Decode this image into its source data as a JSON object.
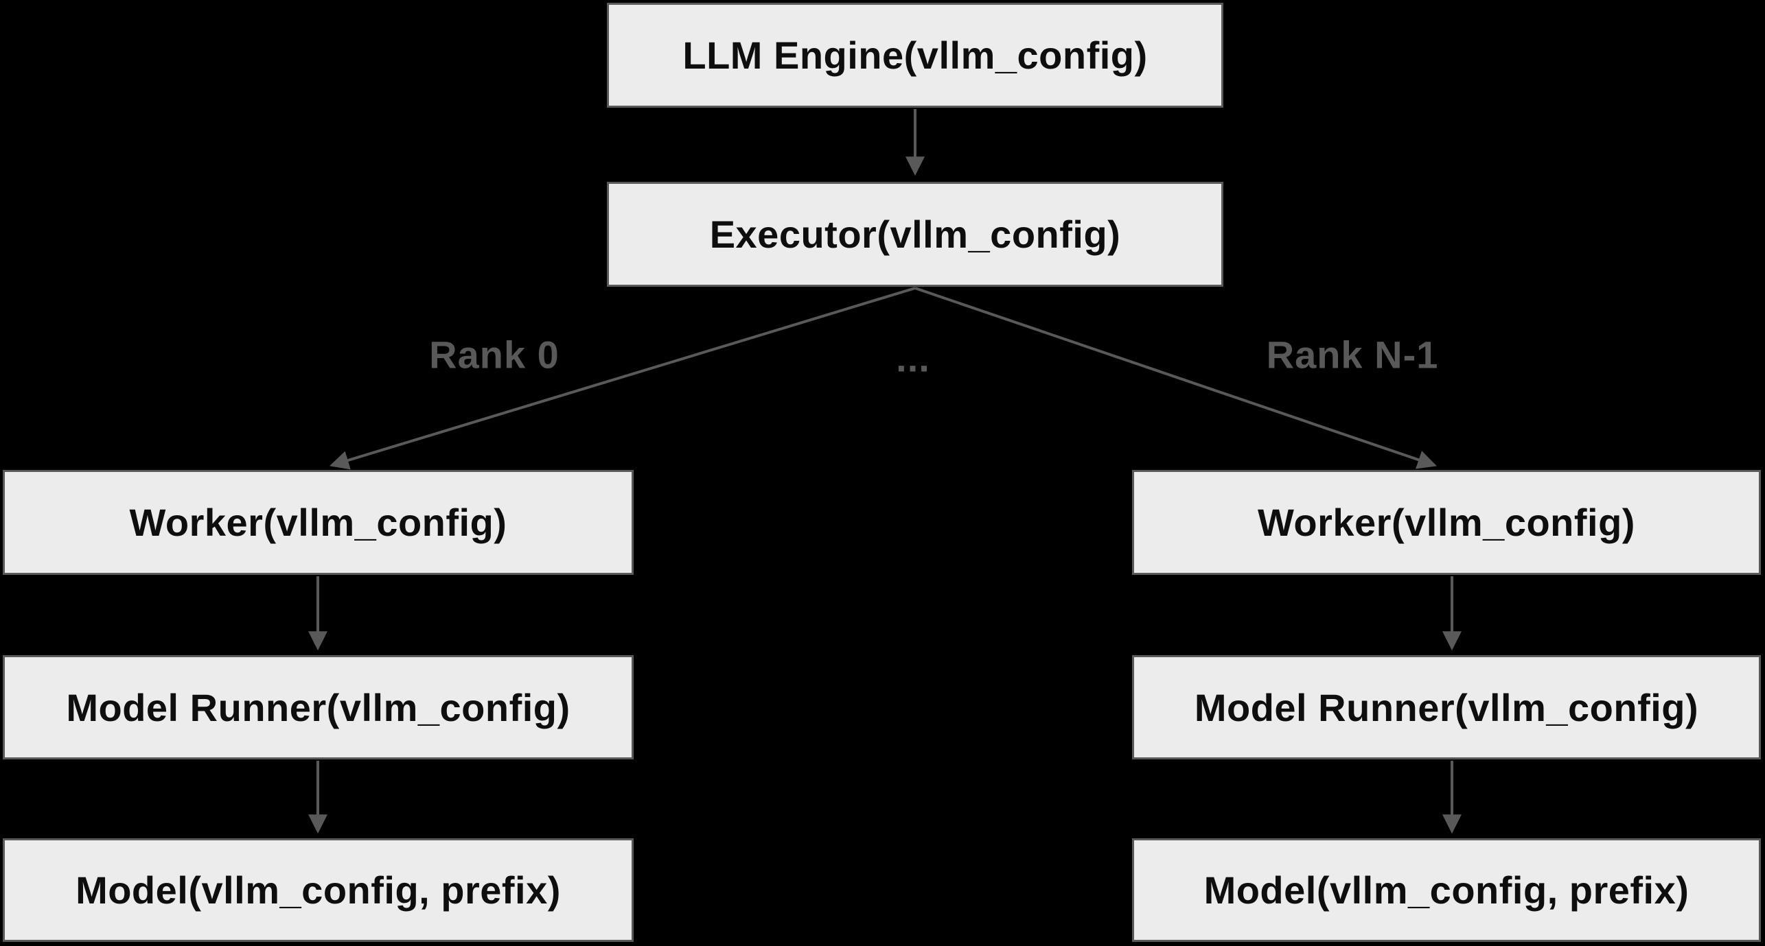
{
  "diagram": {
    "title": "vLLM engine architecture tree",
    "colors": {
      "background": "#000000",
      "node_fill": "#ececec",
      "node_border": "#58595b",
      "node_text": "#0e0e0e",
      "edge": "#595959",
      "edge_label": "#595959"
    },
    "nodes": [
      {
        "id": "llm-engine",
        "label": "LLM Engine(vllm_config)"
      },
      {
        "id": "executor",
        "label": "Executor(vllm_config)"
      },
      {
        "id": "worker-left",
        "label": "Worker(vllm_config)"
      },
      {
        "id": "model-runner-left",
        "label": "Model Runner(vllm_config)"
      },
      {
        "id": "model-left",
        "label": "Model(vllm_config, prefix)"
      },
      {
        "id": "worker-right",
        "label": "Worker(vllm_config)"
      },
      {
        "id": "model-runner-right",
        "label": "Model Runner(vllm_config)"
      },
      {
        "id": "model-right",
        "label": "Model(vllm_config, prefix)"
      }
    ],
    "edge_labels": {
      "rank_0": "Rank 0",
      "ellipsis": "...",
      "rank_n1": "Rank N-1"
    },
    "edges": [
      {
        "from": "llm-engine",
        "to": "executor"
      },
      {
        "from": "executor",
        "to": "worker-left",
        "label": "Rank 0"
      },
      {
        "from": "executor",
        "to": "worker-right",
        "label": "Rank N-1"
      },
      {
        "from": "worker-left",
        "to": "model-runner-left"
      },
      {
        "from": "model-runner-left",
        "to": "model-left"
      },
      {
        "from": "worker-right",
        "to": "model-runner-right"
      },
      {
        "from": "model-runner-right",
        "to": "model-right"
      }
    ]
  }
}
